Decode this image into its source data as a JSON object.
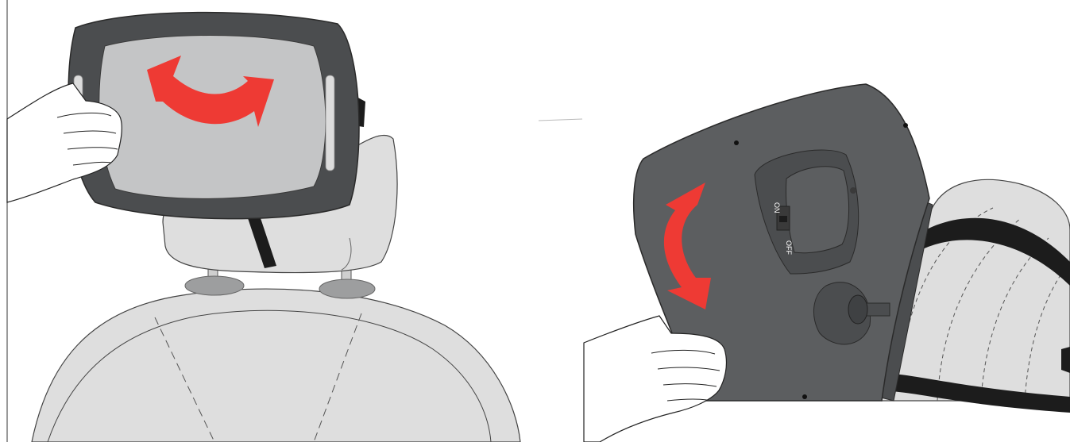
{
  "panels": [
    {
      "id": "left",
      "arrow_color": "#ee3a34"
    },
    {
      "id": "right",
      "arrow_color": "#ee3a34"
    }
  ],
  "switch": {
    "on_label": "ON",
    "off_label": "OFF"
  },
  "colors": {
    "mirror_frame": "#4b4d4f",
    "mirror_glass": "#c4c5c6",
    "mirror_back": "#5c5e60",
    "seat_fabric": "#dedede",
    "post_base": "#9d9e9f",
    "strap": "#1c1c1c"
  }
}
